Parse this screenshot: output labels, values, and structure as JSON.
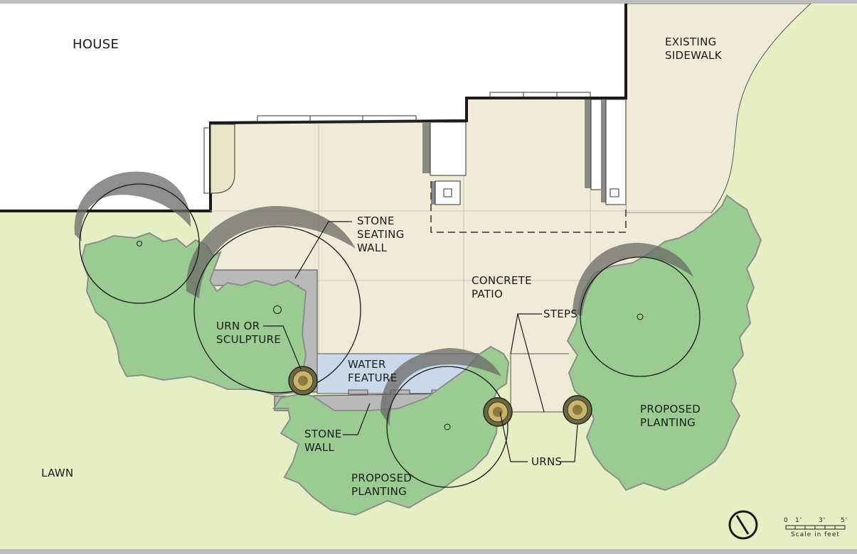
{
  "labels": {
    "house": "HOUSE",
    "existing_sidewalk": "EXISTING\nSIDEWALK",
    "stone_seating_wall": "STONE\nSEATING\nWALL",
    "concrete_patio": "CONCRETE\nPATIO",
    "urn_or_sculpture": "URN OR\nSCULPTURE",
    "steps": "STEPS",
    "water_feature": "WATER\nFEATURE",
    "stone_wall": "STONE\nWALL",
    "proposed_planting_center": "PROPOSED\nPLANTING",
    "proposed_planting_right": "PROPOSED\nPLANTING",
    "urns": "URNS",
    "lawn": "LAWN"
  },
  "scale_bar": {
    "ticks": [
      "0",
      "1'",
      "3'",
      "5'"
    ],
    "caption": "Scale in feet"
  },
  "colors": {
    "lawn": "#e6efc4",
    "patio": "#efebd6",
    "planting": "#9acb91",
    "tree_shadow": "#6a6a66",
    "wall": "#b9b9b9",
    "water": "#c9d9ea",
    "house": "#ffffff",
    "outline": "#1a1a1a"
  }
}
